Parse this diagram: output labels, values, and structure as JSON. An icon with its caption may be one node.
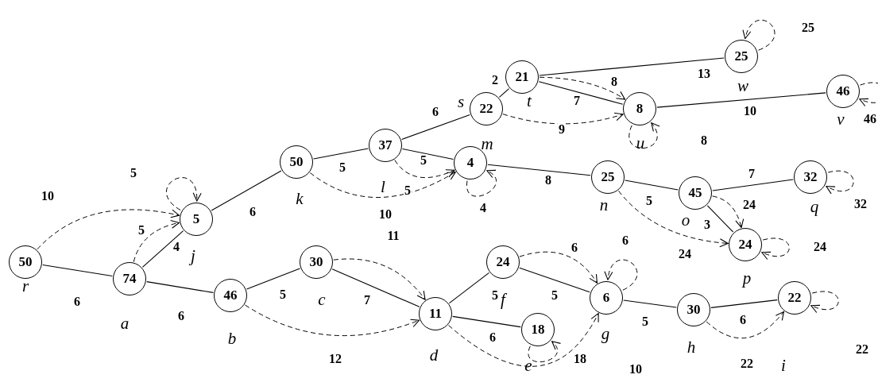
{
  "diagram": {
    "nodes": [
      {
        "text": [
          "50"
        ],
        "beside": [
          "r"
        ]
      },
      {
        "text": [
          "74"
        ],
        "beside": [
          "a"
        ]
      },
      {
        "text": [
          "46"
        ],
        "beside": [
          "b"
        ]
      },
      {
        "text": [
          "30"
        ],
        "beside": [
          "c"
        ]
      },
      {
        "text": [
          "11"
        ],
        "beside": [
          "d"
        ]
      },
      {
        "text": [
          "18"
        ],
        "beside": [
          "e"
        ]
      },
      {
        "text": [
          "24"
        ],
        "beside": [
          "f"
        ]
      },
      {
        "text": [
          "6"
        ],
        "beside": [
          "g"
        ]
      },
      {
        "text": [
          "30"
        ],
        "beside": [
          "h"
        ]
      },
      {
        "text": [
          "22"
        ],
        "beside": [
          "i"
        ]
      },
      {
        "text": [
          "5"
        ],
        "beside": [
          "j"
        ]
      },
      {
        "text": [
          "50"
        ],
        "beside": [
          "k"
        ]
      },
      {
        "text": [
          "37"
        ],
        "beside": [
          "l"
        ]
      },
      {
        "text": [
          "4"
        ],
        "beside": [
          "m"
        ]
      },
      {
        "text": [
          "25"
        ],
        "beside": [
          "n"
        ]
      },
      {
        "text": [
          "45"
        ],
        "beside": [
          "o"
        ]
      },
      {
        "text": [
          "24"
        ],
        "beside": [
          "p"
        ]
      },
      {
        "text": [
          "32"
        ],
        "beside": [
          "q"
        ]
      },
      {
        "text": [
          "22"
        ],
        "beside": [
          "s"
        ]
      },
      {
        "text": [
          "21"
        ],
        "beside": [
          "t"
        ]
      },
      {
        "text": [
          "8"
        ],
        "beside": [
          "u"
        ]
      },
      {
        "text": [
          "25"
        ],
        "beside": [
          "w"
        ]
      },
      {
        "text": [
          "46"
        ],
        "beside": [
          "v"
        ]
      }
    ],
    "edges": [
      {
        "from": 0,
        "to": 1,
        "arrow": "none",
        "label": "6"
      },
      {
        "from": 1,
        "to": 2,
        "arrow": "none",
        "label": "6"
      },
      {
        "from": 1,
        "to": 10,
        "arrow": "none",
        "label": "4"
      },
      {
        "from": 2,
        "to": 3,
        "arrow": "none",
        "label": "5"
      },
      {
        "from": 3,
        "to": 4,
        "arrow": "none",
        "label": "7"
      },
      {
        "from": 4,
        "to": 6,
        "arrow": "none",
        "label": "5"
      },
      {
        "from": 4,
        "to": 5,
        "arrow": "none",
        "label": "6"
      },
      {
        "from": 6,
        "to": 7,
        "arrow": "none",
        "label": "5"
      },
      {
        "from": 7,
        "to": 8,
        "arrow": "none",
        "label": "5"
      },
      {
        "from": 8,
        "to": 9,
        "arrow": "none",
        "label": "6"
      },
      {
        "from": 10,
        "to": 11,
        "arrow": "none",
        "label": "6"
      },
      {
        "from": 11,
        "to": 12,
        "arrow": "none",
        "label": "5"
      },
      {
        "from": 12,
        "to": 18,
        "arrow": "none",
        "label": "6"
      },
      {
        "from": 12,
        "to": 13,
        "arrow": "none",
        "label": "5"
      },
      {
        "from": 18,
        "to": 19,
        "arrow": "none",
        "label": "2"
      },
      {
        "from": 19,
        "to": 21,
        "arrow": "none",
        "label": "13"
      },
      {
        "from": 19,
        "to": 20,
        "arrow": "none",
        "label": "7"
      },
      {
        "from": 20,
        "to": 22,
        "arrow": "none",
        "label": "10"
      },
      {
        "from": 13,
        "to": 14,
        "arrow": "none",
        "label": "8"
      },
      {
        "from": 14,
        "to": 15,
        "arrow": "none",
        "label": "5"
      },
      {
        "from": 15,
        "to": 17,
        "arrow": "none",
        "label": "7"
      },
      {
        "from": 15,
        "to": 16,
        "arrow": "none",
        "label": "3"
      },
      {
        "from": 0,
        "to": 10,
        "arrow": "to",
        "label": "10",
        "style": "dashed"
      },
      {
        "from": 1,
        "to": 10,
        "arrow": "to",
        "label": "5",
        "style": "dashed"
      },
      {
        "from": 10,
        "to": 10,
        "arrow": "to",
        "label": "5",
        "style": "dashed"
      },
      {
        "from": 11,
        "to": 13,
        "arrow": "to",
        "label": "10",
        "style": "dashed"
      },
      {
        "from": 12,
        "to": 13,
        "arrow": "to",
        "label": "5",
        "style": "dashed"
      },
      {
        "from": 13,
        "to": 13,
        "arrow": "to",
        "label": "4",
        "style": "dashed"
      },
      {
        "from": 18,
        "to": 20,
        "arrow": "to",
        "label": "9",
        "style": "dashed"
      },
      {
        "from": 19,
        "to": 20,
        "arrow": "to",
        "label": "8",
        "style": "dashed"
      },
      {
        "from": 20,
        "to": 20,
        "arrow": "to",
        "label": "8",
        "style": "dashed"
      },
      {
        "from": 21,
        "to": 21,
        "arrow": "to",
        "label": "25",
        "style": "dashed"
      },
      {
        "from": 22,
        "to": 22,
        "arrow": "to",
        "label": "46",
        "style": "dashed"
      },
      {
        "from": 14,
        "to": 16,
        "arrow": "to",
        "label": "24",
        "style": "dashed"
      },
      {
        "from": 15,
        "to": 16,
        "arrow": "to",
        "label": "24",
        "style": "dashed"
      },
      {
        "from": 17,
        "to": 17,
        "arrow": "to",
        "label": "32",
        "style": "dashed"
      },
      {
        "from": 16,
        "to": 16,
        "arrow": "to",
        "label": "24",
        "style": "dashed"
      },
      {
        "from": 3,
        "to": 4,
        "arrow": "to",
        "label": "11",
        "style": "dashed"
      },
      {
        "from": 2,
        "to": 4,
        "arrow": "to",
        "label": "12",
        "style": "dashed"
      },
      {
        "from": 6,
        "to": 7,
        "arrow": "to",
        "label": "6",
        "style": "dashed"
      },
      {
        "from": 7,
        "to": 7,
        "arrow": "to",
        "label": "6",
        "style": "dashed"
      },
      {
        "from": 4,
        "to": 7,
        "arrow": "to",
        "label": "10",
        "style": "dashed"
      },
      {
        "from": 5,
        "to": 5,
        "arrow": "to",
        "label": "18",
        "style": "dashed"
      },
      {
        "from": 8,
        "to": 9,
        "arrow": "to",
        "label": "22",
        "style": "dashed"
      },
      {
        "from": 9,
        "to": 9,
        "arrow": "to",
        "label": "22",
        "style": "dashed"
      }
    ]
  }
}
